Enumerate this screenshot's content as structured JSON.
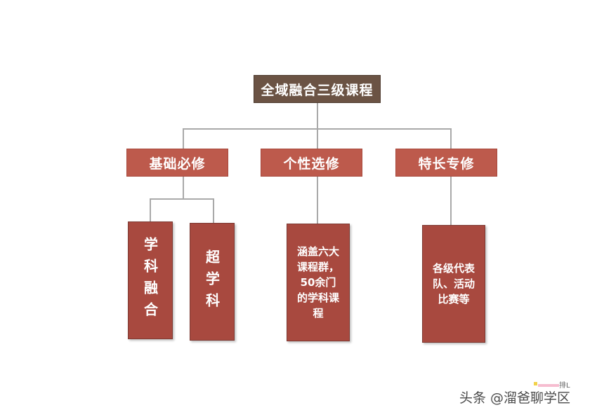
{
  "root": {
    "label": "全域融合三级课程"
  },
  "level2": [
    {
      "label": "基础必修"
    },
    {
      "label": "个性选修"
    },
    {
      "label": "特长专修"
    }
  ],
  "leaves": {
    "interdisciplinary": "学科融合",
    "beyond_discipline": "超学科",
    "elective_desc": "涵盖六大课程群，50余门的学科课程",
    "specialty_desc": "各级代表队、活动比赛等"
  },
  "watermark": {
    "text": "头条 @溜爸聊学区",
    "mark": "排L"
  },
  "colors": {
    "root_fill": "#6b5344",
    "level2_fill": "#bd5a4c",
    "leaf_fill": "#a8493f",
    "connector": "#a9a9a9"
  }
}
